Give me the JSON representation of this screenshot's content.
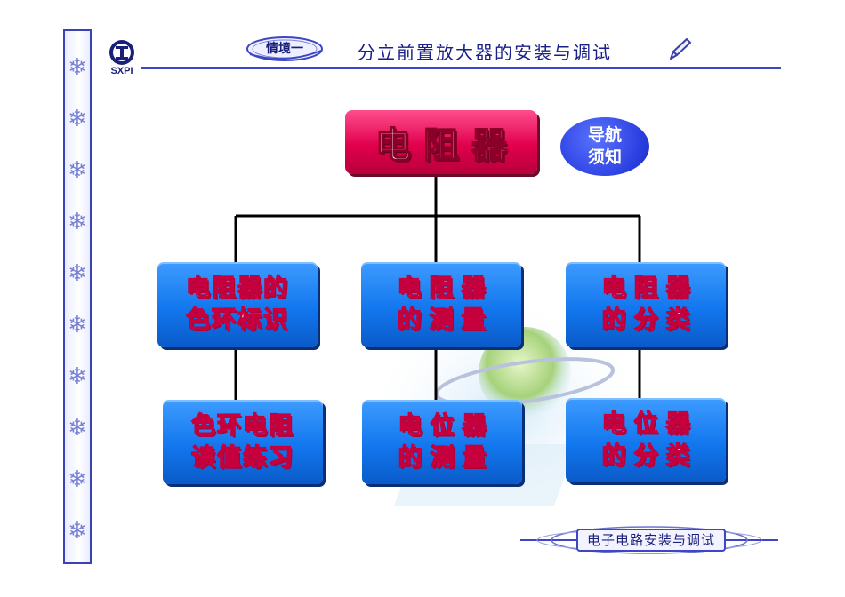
{
  "header": {
    "logo_text": "SXPI",
    "badge": "情境一",
    "title": "分立前置放大器的安装与调试"
  },
  "diagram": {
    "root": "电阻器",
    "nav": {
      "line1": "导航",
      "line2": "须知"
    },
    "level1": [
      {
        "line1": "电阻器的",
        "line2": "色环标识"
      },
      {
        "line1": "电阻器",
        "line2": "的测量"
      },
      {
        "line1": "电阻器",
        "line2": "的分类"
      }
    ],
    "level2": [
      {
        "line1": "色环电阻",
        "line2": "读值练习"
      },
      {
        "line1": "电位器",
        "line2": "的测量"
      },
      {
        "line1": "电位器",
        "line2": "的分类"
      }
    ]
  },
  "footer": {
    "label": "电子电路安装与调试"
  },
  "icons": [
    "snowflake-icon",
    "logo-icon",
    "pencil-icon",
    "globe-decoration"
  ],
  "colors": {
    "root": "#e1004d",
    "box": "#1277ee",
    "nav": "#2a3ee0",
    "accent_line": "#3e46c4",
    "text_outline": "#c6003c"
  }
}
